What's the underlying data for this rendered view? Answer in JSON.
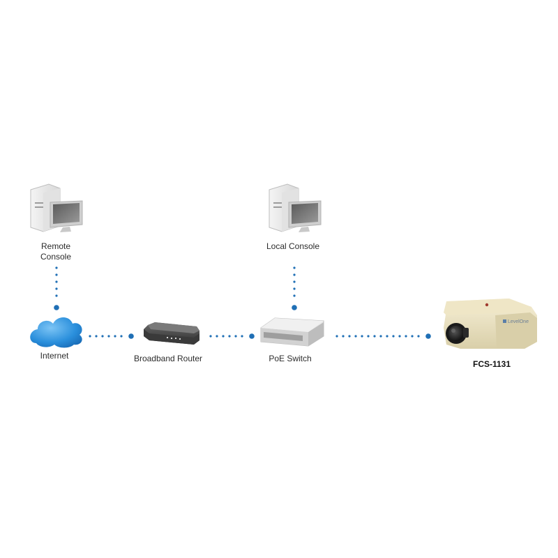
{
  "nodes": {
    "remote_console": {
      "label_line1": "Remote",
      "label_line2": "Console"
    },
    "local_console": {
      "label": "Local Console"
    },
    "internet": {
      "label": "Internet"
    },
    "broadband_router": {
      "label": "Broadband Router"
    },
    "poe_switch": {
      "label": "PoE Switch"
    },
    "camera": {
      "label": "FCS-1131",
      "brand": "LevelOne"
    }
  },
  "colors": {
    "link_dot": "#1f6fb5",
    "cloud": "#1e88d9",
    "text": "#2b2b2b"
  }
}
